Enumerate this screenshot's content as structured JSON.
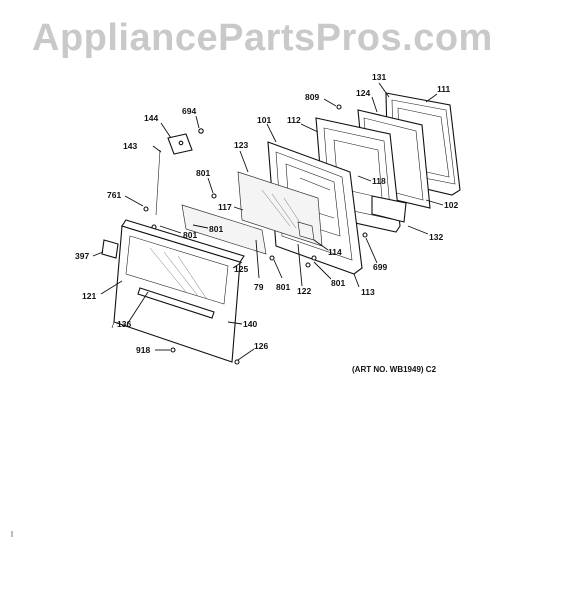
{
  "watermark": "AppliancePartsPros.com",
  "art_number": "(ART NO. WB1949) C2",
  "callouts": {
    "c111": "111",
    "c131": "131",
    "c809": "809",
    "c124": "124",
    "c101": "101",
    "c112": "112",
    "c694": "694",
    "c144": "144",
    "c143": "143",
    "c123": "123",
    "c118": "118",
    "c801a": "801",
    "c117": "117",
    "c761": "761",
    "c801b": "801",
    "c801c": "801",
    "c102": "102",
    "c132": "132",
    "c114": "114",
    "c699": "699",
    "c397": "397",
    "c125": "125",
    "c79": "79",
    "c801d": "801",
    "c122": "122",
    "c801e": "801",
    "c113": "113",
    "c121": "121",
    "c136": "136",
    "c140": "140",
    "c918": "918",
    "c126": "126"
  }
}
